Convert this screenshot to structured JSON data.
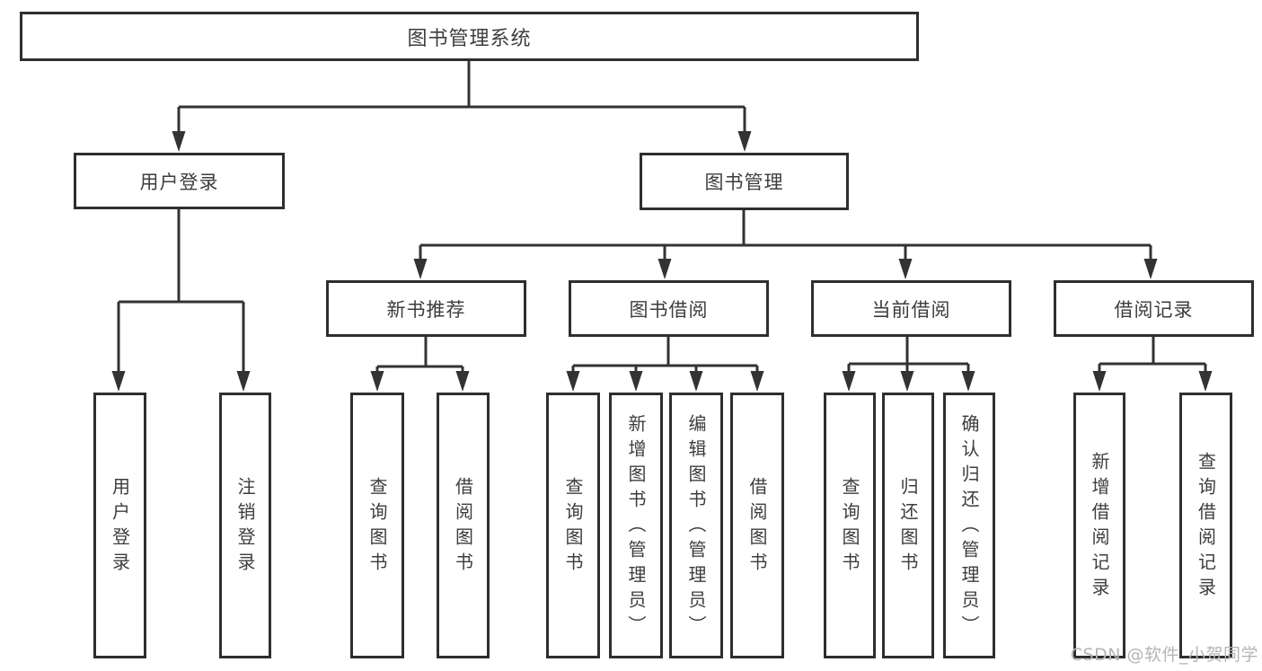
{
  "tree": {
    "root": {
      "label": "图书管理系统"
    },
    "level2": [
      {
        "label": "用户登录",
        "children": [
          "用户登录",
          "注销登录"
        ]
      },
      {
        "label": "图书管理"
      }
    ],
    "level3": [
      {
        "label": "新书推荐",
        "children": [
          "查询图书",
          "借阅图书"
        ]
      },
      {
        "label": "图书借阅",
        "children": [
          "查询图书",
          "新增图书（管理员）",
          "编辑图书（管理员）",
          "借阅图书"
        ]
      },
      {
        "label": "当前借阅",
        "children": [
          "查询图书",
          "归还图书",
          "确认归还（管理员）"
        ]
      },
      {
        "label": "借阅记录",
        "children": [
          "新增借阅记录",
          "查询借阅记录"
        ]
      }
    ]
  },
  "watermark": {
    "text": "CSDN @软件_小贺同学"
  },
  "colors": {
    "line": "#333333",
    "box_border": "#2e2e2e",
    "text": "#3d3d3d",
    "background": "#ffffff",
    "watermark": "#b5b5b5"
  }
}
